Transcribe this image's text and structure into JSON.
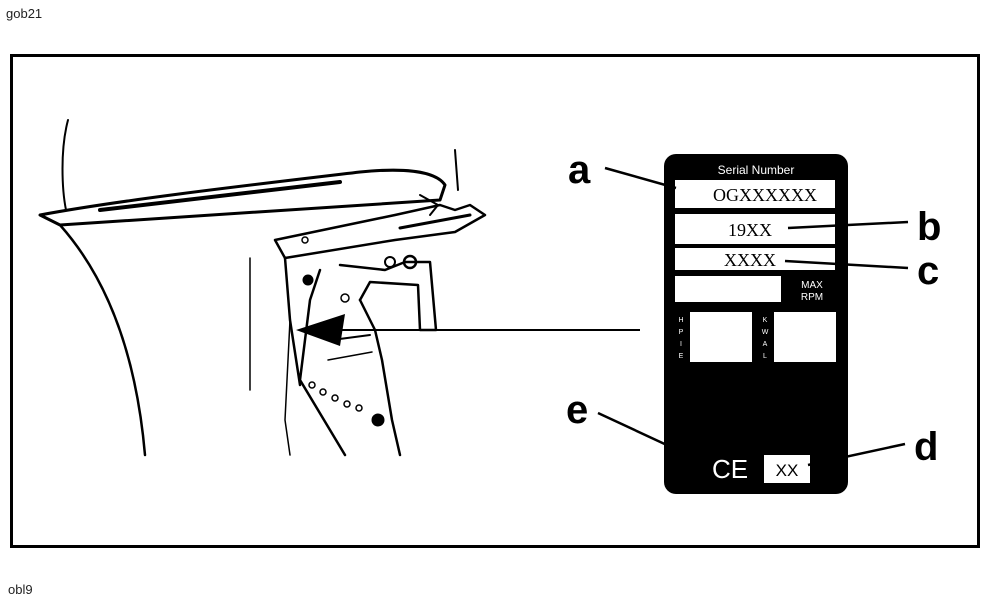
{
  "page_codes": {
    "top": "gob21",
    "bottom": "obl9"
  },
  "callouts": {
    "a": "a",
    "b": "b",
    "c": "c",
    "d": "d",
    "e": "e"
  },
  "plate": {
    "header": "Serial Number",
    "serial": "OGXXXXXX",
    "year": "19XX",
    "model_code": "XXXX",
    "max_rpm": [
      "MAX",
      "RPM"
    ],
    "vertical_left": [
      "H",
      "P",
      "I",
      "E"
    ],
    "vertical_right": [
      "K",
      "W",
      "A",
      "L"
    ],
    "ce_mark": "CE",
    "year_code": "XX"
  },
  "colors": {
    "plate": "#000000",
    "fields": "#ffffff",
    "line": "#000000"
  }
}
